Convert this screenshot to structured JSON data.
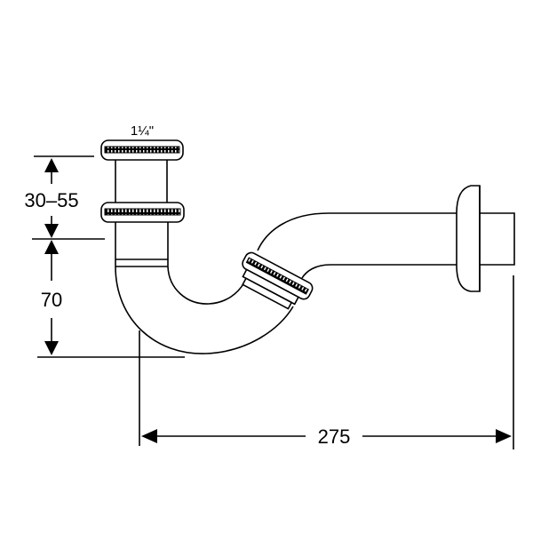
{
  "diagram": {
    "subject": "bottle trap / P-trap siphon technical drawing",
    "connection_size_label": "1¼\"",
    "dimensions": {
      "height_adjust": "30–55",
      "height_fixed": "70",
      "projection": "275"
    },
    "colors": {
      "line": "#000000",
      "background": "#ffffff"
    }
  }
}
